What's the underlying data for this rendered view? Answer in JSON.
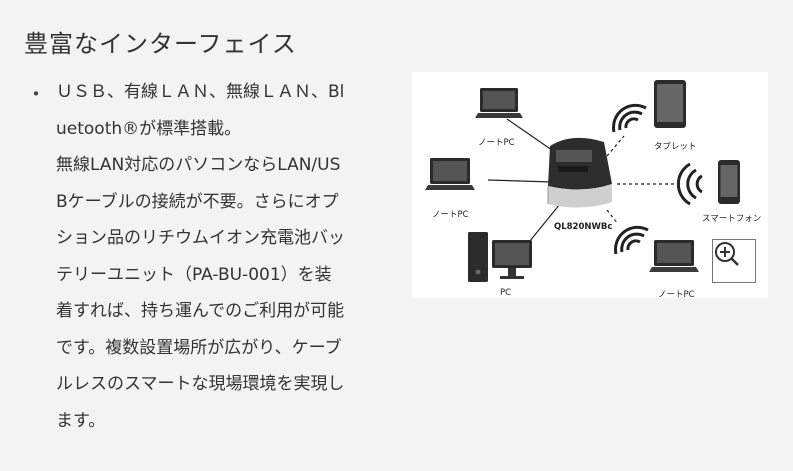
{
  "heading": "豊富なインターフェイス",
  "bullet": "・",
  "paragraph_lines": [
    "ＵＳＢ、有線ＬＡＮ、無線ＬＡＮ、Bl",
    "uetooth®が標準搭載。",
    "無線LAN対応のパソコンならLAN/US",
    "Bケーブルの接続が不要。さらにオプ",
    "ション品のリチウムイオン充電池バッ",
    "テリーユニット（PA-BU-001）を装",
    "着すれば、持ち運んでのご利用が可能",
    "です。複数設置場所が広がり、ケーブ",
    "ルレスのスマートな現場環境を実現し",
    "ます。"
  ],
  "figure": {
    "labels": {
      "notepc_top": "ノートPC",
      "notepc_left": "ノートPC",
      "pc": "PC",
      "printer_model": "QL820NWBc",
      "tablet": "タブレット",
      "smartphone": "スマートフォン",
      "notepc_bottom": "ノートPC"
    },
    "icons": [
      "laptop-icon",
      "desktop-pc-icon",
      "printer-icon",
      "tablet-icon",
      "smartphone-icon",
      "wifi-signal-icon",
      "zoom-in-icon"
    ]
  },
  "colors": {
    "background": "#f3f3f3",
    "text": "#333333",
    "figure_bg": "#ffffff"
  }
}
